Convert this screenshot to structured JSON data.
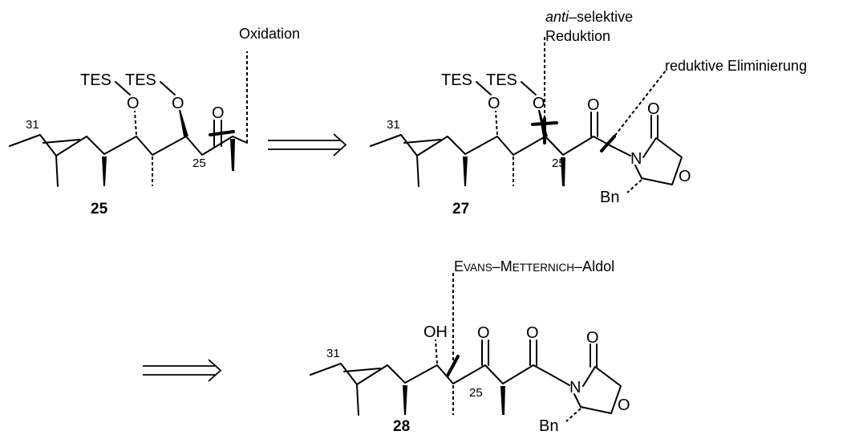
{
  "labels": {
    "oxidation": "Oxidation",
    "anti_prefix": "anti",
    "anti_rest": "–selektive",
    "reduktion": "Reduktion",
    "eliminierung": "reduktive Eliminierung",
    "evans_E": "E",
    "evans_rest": "VANS",
    "dash1": "–",
    "metter_M": "M",
    "metter_rest": "ETTERNICH",
    "aldol": "–Aldol"
  },
  "atoms": {
    "tes": "TES",
    "o": "O",
    "oh": "OH",
    "n": "N",
    "bn": "Bn",
    "c31": "31",
    "c25": "25"
  },
  "compounds": {
    "c25": "25",
    "c27": "27",
    "c28": "28"
  }
}
